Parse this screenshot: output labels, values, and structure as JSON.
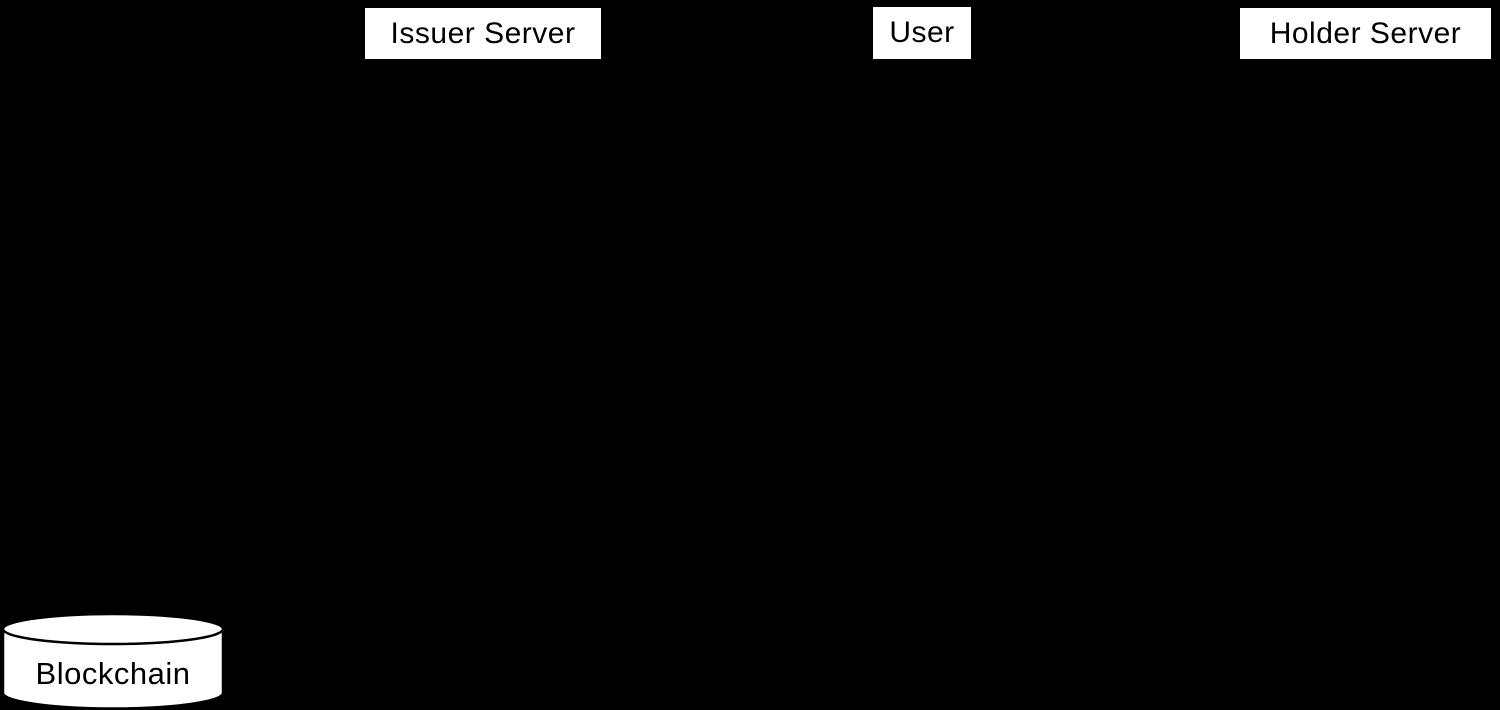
{
  "diagram": {
    "type": "sequence-diagram",
    "colors": {
      "background": "#000000",
      "node_fill": "#ffffff",
      "node_border": "#000000",
      "node_text": "#000000"
    },
    "participants": [
      {
        "label": "Issuer Server"
      },
      {
        "label": "User"
      },
      {
        "label": "Holder Server"
      }
    ],
    "database": {
      "label": "Blockchain"
    }
  }
}
